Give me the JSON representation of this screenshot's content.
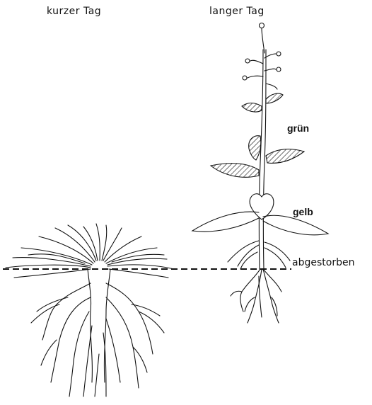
{
  "headings": {
    "short_day": "kurzer Tag",
    "long_day": "langer Tag"
  },
  "labels": {
    "green": "grün",
    "yellow": "gelb",
    "dead": "abgestorben"
  },
  "colors": {
    "ink": "#111111",
    "background": "#ffffff"
  }
}
